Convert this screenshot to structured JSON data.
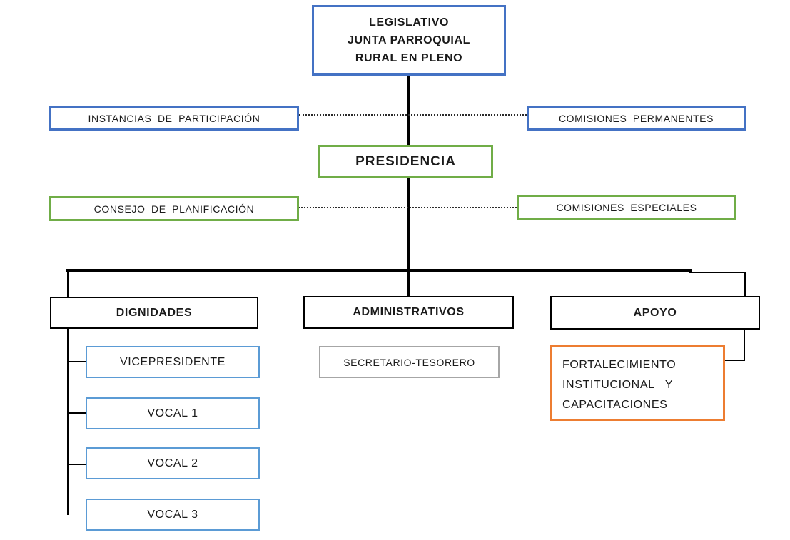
{
  "diagram": {
    "type": "org-chart",
    "nodes": {
      "legislativo": {
        "label": "LEGISLATIVO\nJUNTA PARROQUIAL\nRURAL EN PLENO"
      },
      "instancias": {
        "label": "INSTANCIAS DE PARTICIPACIÓN"
      },
      "comisiones_permanentes": {
        "label": "COMISIONES PERMANENTES"
      },
      "presidencia": {
        "label": "PRESIDENCIA"
      },
      "consejo_planificacion": {
        "label": "CONSEJO DE PLANIFICACIÓN"
      },
      "comisiones_especiales": {
        "label": "COMISIONES ESPECIALES"
      },
      "dignidades": {
        "label": "DIGNIDADES"
      },
      "administrativos": {
        "label": "ADMINISTRATIVOS"
      },
      "apoyo": {
        "label": "APOYO"
      },
      "vicepresidente": {
        "label": "VICEPRESIDENTE"
      },
      "vocal1": {
        "label": "VOCAL 1"
      },
      "vocal2": {
        "label": "VOCAL 2"
      },
      "vocal3": {
        "label": "VOCAL 3"
      },
      "secretario_tesorero": {
        "label": "SECRETARIO-TESORERO"
      },
      "fortalecimiento": {
        "label": "FORTALECIMIENTO\nINSTITUCIONAL   Y\nCAPACITACIONES"
      }
    },
    "edges": [
      {
        "from": "legislativo",
        "to": "presidencia",
        "style": "solid"
      },
      {
        "from": "instancias",
        "to": "comisiones_permanentes",
        "style": "dotted"
      },
      {
        "from": "consejo_planificacion",
        "to": "comisiones_especiales",
        "style": "dotted"
      },
      {
        "from": "presidencia",
        "to": "dignidades",
        "style": "solid"
      },
      {
        "from": "presidencia",
        "to": "administrativos",
        "style": "solid"
      },
      {
        "from": "presidencia",
        "to": "apoyo",
        "style": "solid"
      },
      {
        "from": "dignidades",
        "to": "vicepresidente",
        "style": "solid"
      },
      {
        "from": "dignidades",
        "to": "vocal1",
        "style": "solid"
      },
      {
        "from": "dignidades",
        "to": "vocal2",
        "style": "solid"
      },
      {
        "from": "dignidades",
        "to": "vocal3",
        "style": "solid"
      },
      {
        "from": "apoyo",
        "to": "fortalecimiento",
        "style": "solid"
      }
    ],
    "colors": {
      "blue": "#4472C4",
      "light_blue": "#5B9BD5",
      "green": "#70AD47",
      "orange": "#ED7D31",
      "gray": "#A6A6A6",
      "line_black": "#000000",
      "background": "#FFFFFF"
    }
  }
}
